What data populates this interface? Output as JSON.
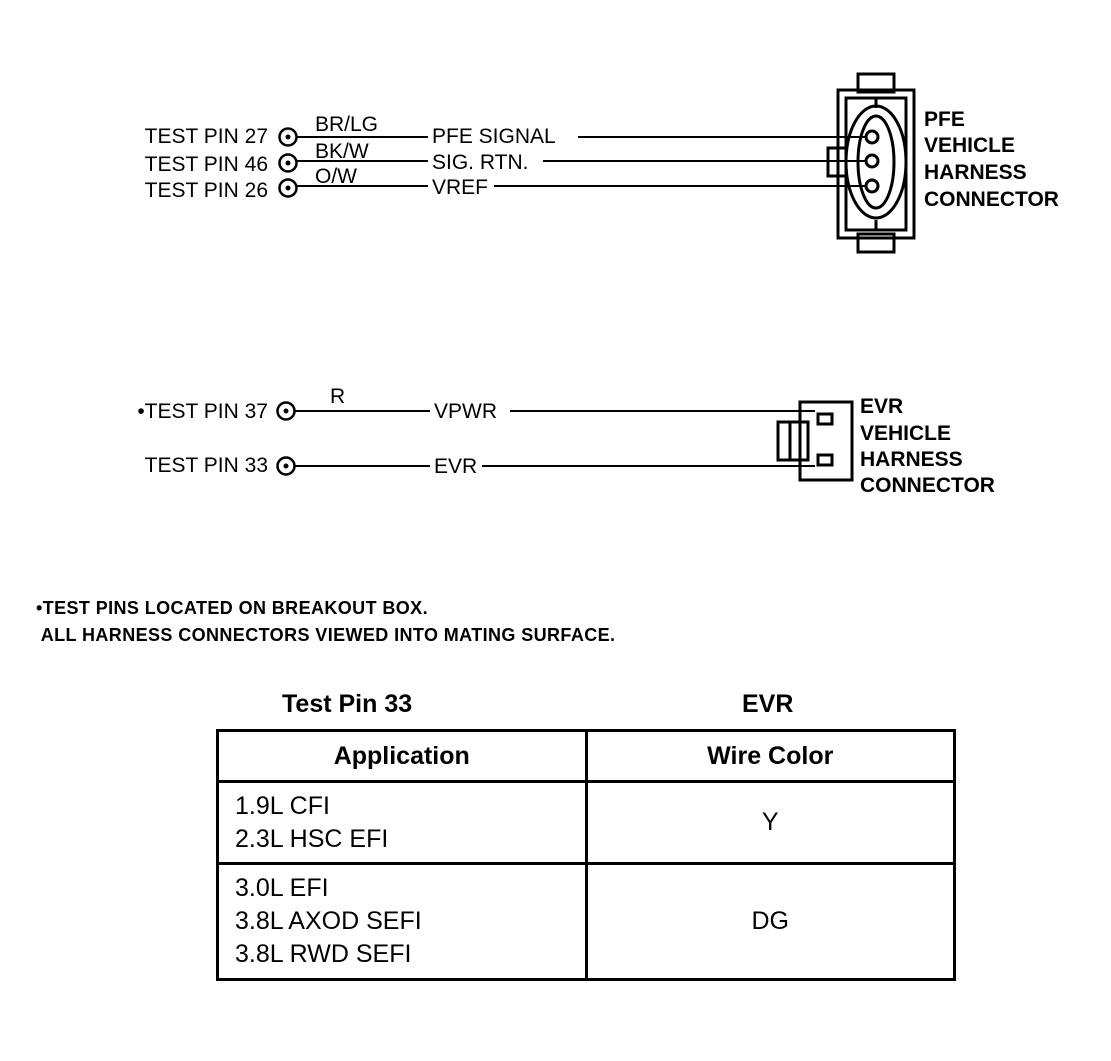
{
  "pfe": {
    "pins": [
      {
        "pin": "TEST PIN 27",
        "wire": "BR/LG",
        "signal": "PFE SIGNAL"
      },
      {
        "pin": "TEST PIN 46",
        "wire": "BK/W",
        "signal": "SIG. RTN."
      },
      {
        "pin": "TEST PIN 26",
        "wire": "O/W",
        "signal": "VREF"
      }
    ],
    "connector": [
      "PFE",
      "VEHICLE",
      "HARNESS",
      "CONNECTOR"
    ]
  },
  "evr": {
    "pins": [
      {
        "pin": "•TEST PIN 37",
        "wire": "R",
        "signal": "VPWR"
      },
      {
        "pin": "TEST PIN 33",
        "wire": "",
        "signal": "EVR"
      }
    ],
    "connector": [
      "EVR",
      "VEHICLE",
      "HARNESS",
      "CONNECTOR"
    ]
  },
  "notes": {
    "line1": "•TEST PINS LOCATED ON BREAKOUT BOX.",
    "line2": " ALL HARNESS CONNECTORS VIEWED INTO MATING SURFACE."
  },
  "table": {
    "title_left": "Test Pin 33",
    "title_right": "EVR",
    "headers": [
      "Application",
      "Wire Color"
    ],
    "rows": [
      {
        "applications": [
          "1.9L CFI",
          "2.3L HSC EFI"
        ],
        "color": "Y"
      },
      {
        "applications": [
          "3.0L EFI",
          "3.8L AXOD SEFI",
          "3.8L RWD SEFI"
        ],
        "color": "DG"
      }
    ]
  }
}
